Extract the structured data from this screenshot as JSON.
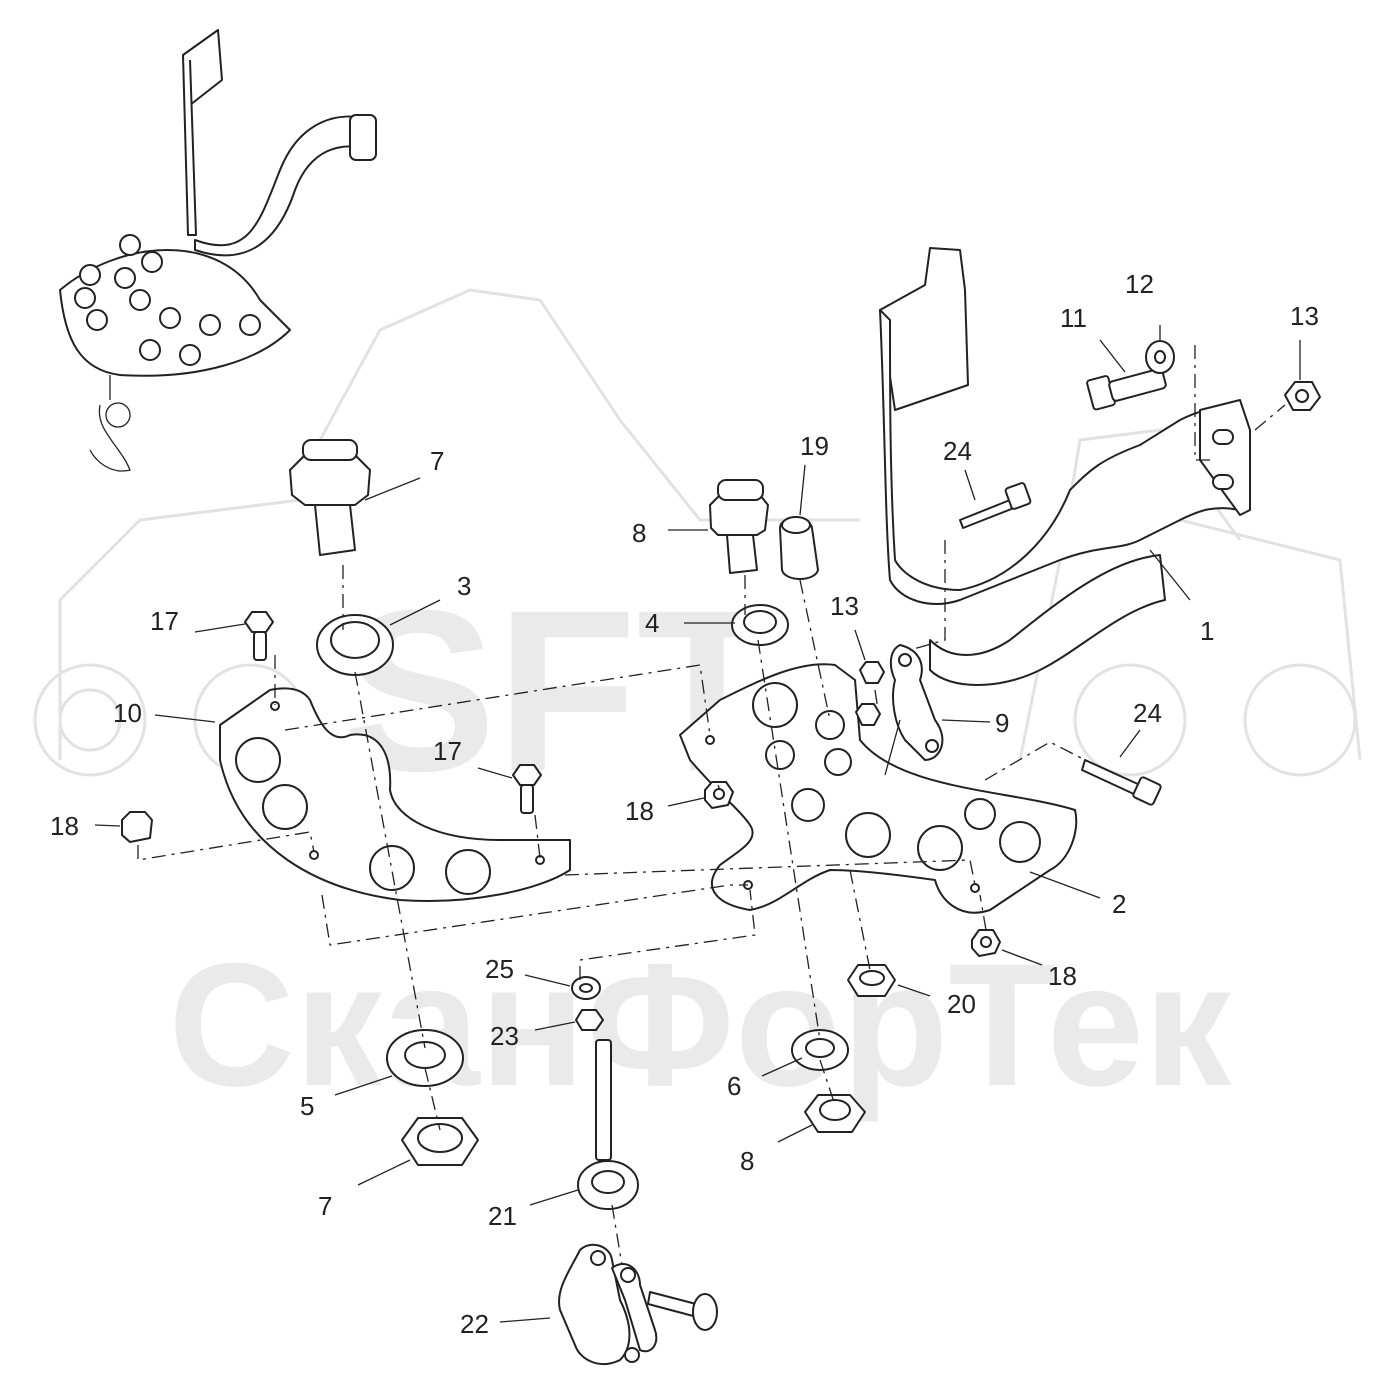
{
  "watermark": {
    "logo_text": "SFT",
    "company_text": "СканФорТек",
    "color": "#d9d9d9"
  },
  "callouts": [
    {
      "id": "c1",
      "text": "1"
    },
    {
      "id": "c2",
      "text": "2"
    },
    {
      "id": "c3",
      "text": "3"
    },
    {
      "id": "c4",
      "text": "4"
    },
    {
      "id": "c5",
      "text": "5"
    },
    {
      "id": "c6",
      "text": "6"
    },
    {
      "id": "c7a",
      "text": "7"
    },
    {
      "id": "c7b",
      "text": "7"
    },
    {
      "id": "c8a",
      "text": "8"
    },
    {
      "id": "c8b",
      "text": "8"
    },
    {
      "id": "c9",
      "text": "9"
    },
    {
      "id": "c10",
      "text": "10"
    },
    {
      "id": "c11",
      "text": "11"
    },
    {
      "id": "c12",
      "text": "12"
    },
    {
      "id": "c13a",
      "text": "13"
    },
    {
      "id": "c13b",
      "text": "13"
    },
    {
      "id": "c17a",
      "text": "17"
    },
    {
      "id": "c17b",
      "text": "17"
    },
    {
      "id": "c18a",
      "text": "18"
    },
    {
      "id": "c18b",
      "text": "18"
    },
    {
      "id": "c18c",
      "text": "18"
    },
    {
      "id": "c19",
      "text": "19"
    },
    {
      "id": "c20",
      "text": "20"
    },
    {
      "id": "c21",
      "text": "21"
    },
    {
      "id": "c22",
      "text": "22"
    },
    {
      "id": "c23",
      "text": "23"
    },
    {
      "id": "c24a",
      "text": "24"
    },
    {
      "id": "c24b",
      "text": "24"
    },
    {
      "id": "c25",
      "text": "25"
    }
  ],
  "colors": {
    "line": "#222222",
    "background": "#ffffff"
  }
}
